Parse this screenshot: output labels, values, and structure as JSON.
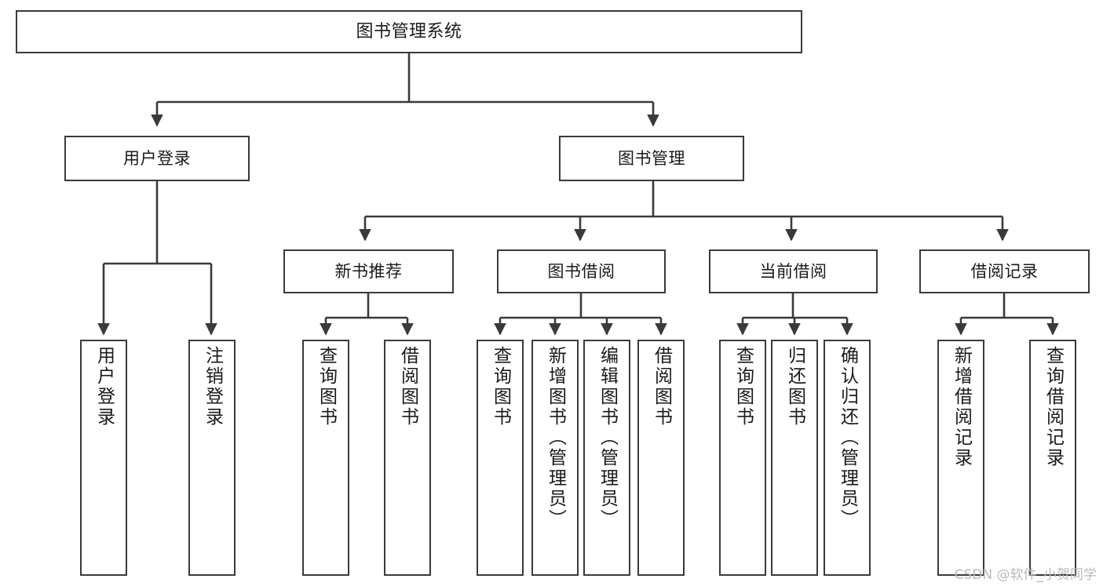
{
  "diagram": {
    "type": "tree",
    "title": "图书管理系统",
    "orientation": "top-down",
    "colors": {
      "box_border": "#3a3a3a",
      "box_fill": "#ffffff",
      "connector": "#3a3a3a",
      "text": "#1a1a1a",
      "watermark": "#b9b9b9",
      "background": "#ffffff"
    },
    "root": {
      "label": "图书管理系统"
    },
    "level1": [
      {
        "id": "user-login",
        "label": "用户登录"
      },
      {
        "id": "book-manage",
        "label": "图书管理"
      }
    ],
    "level2": [
      {
        "id": "new-book-recommend",
        "label": "新书推荐"
      },
      {
        "id": "book-borrow",
        "label": "图书借阅"
      },
      {
        "id": "current-borrow",
        "label": "当前借阅"
      },
      {
        "id": "borrow-record",
        "label": "借阅记录"
      }
    ],
    "leaves": {
      "user_login": [
        {
          "id": "leaf-user-login",
          "label": "用户登录"
        },
        {
          "id": "leaf-logout-login",
          "label": "注销登录"
        }
      ],
      "new_book_recommend": [
        {
          "id": "leaf-query-book-1",
          "label": "查询图书"
        },
        {
          "id": "leaf-borrow-book-1",
          "label": "借阅图书"
        }
      ],
      "book_borrow": [
        {
          "id": "leaf-query-book-2",
          "label": "查询图书"
        },
        {
          "id": "leaf-add-book",
          "label": "新增图书（管理员）"
        },
        {
          "id": "leaf-edit-book",
          "label": "编辑图书（管理员）"
        },
        {
          "id": "leaf-borrow-book-2",
          "label": "借阅图书"
        }
      ],
      "current_borrow": [
        {
          "id": "leaf-query-book-3",
          "label": "查询图书"
        },
        {
          "id": "leaf-return-book",
          "label": "归还图书"
        },
        {
          "id": "leaf-confirm-return",
          "label": "确认归还（管理员）"
        }
      ],
      "borrow_record": [
        {
          "id": "leaf-add-record",
          "label": "新增借阅记录"
        },
        {
          "id": "leaf-query-record",
          "label": "查询借阅记录"
        }
      ]
    }
  },
  "watermark": {
    "text": "CSDN @软件_小贺同学"
  }
}
